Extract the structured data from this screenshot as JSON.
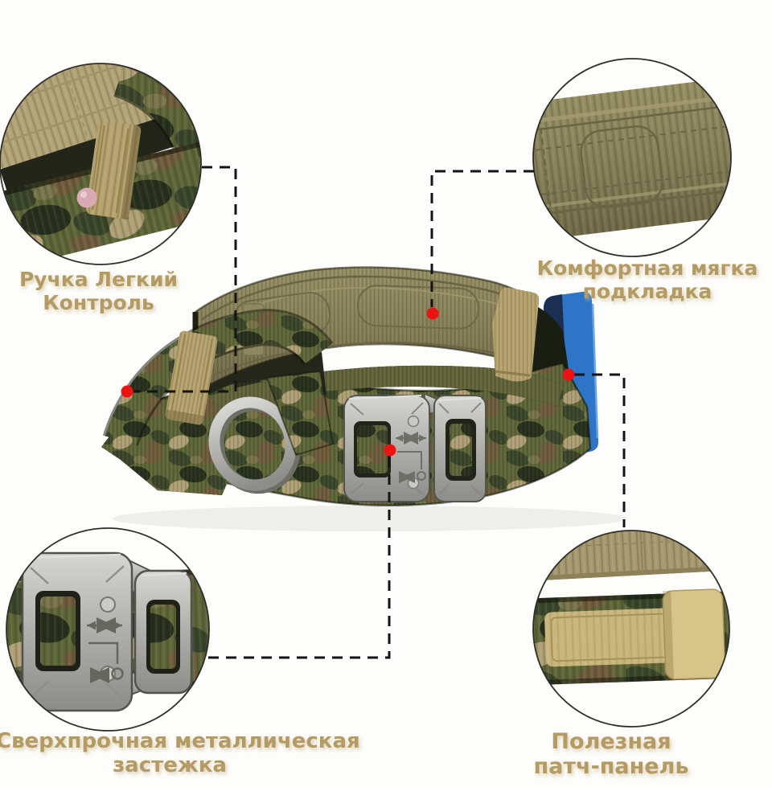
{
  "callouts": {
    "handle": {
      "feature": "control-handle",
      "lines": [
        "Ручка Легкий",
        "Контроль"
      ]
    },
    "lining": {
      "feature": "soft-padding",
      "lines": [
        "Комфортная мягка",
        "подкладка"
      ]
    },
    "buckle": {
      "feature": "metal-buckle",
      "lines": [
        "Сверхпрочная металлическая",
        "застежка"
      ]
    },
    "patch": {
      "feature": "velcro-patch-panel",
      "lines": [
        "Полезная",
        "патч-панель"
      ]
    }
  },
  "colors": {
    "background": "#fdfdfb",
    "label_text": "#b49a63",
    "marker_red": "#ec1313",
    "connector_black": "#141414",
    "camo_green": "#5d6537",
    "camo_dark": "#39452a",
    "camo_brown": "#6e5b3b",
    "camo_tan": "#af9f74",
    "lining_olive": "#847d56",
    "velcro_tan": "#b5a26d",
    "patch_blue": "#2e75c8",
    "metal_gray": "#b2b2ae"
  }
}
